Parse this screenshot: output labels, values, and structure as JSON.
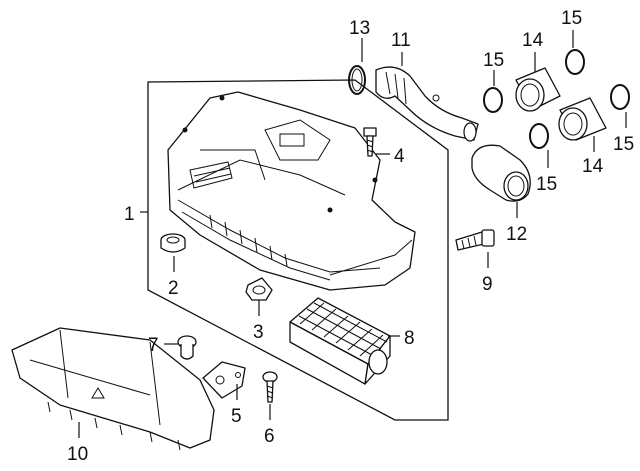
{
  "diagram": {
    "callouts": [
      {
        "id": "c1",
        "text": "1"
      },
      {
        "id": "c2",
        "text": "2"
      },
      {
        "id": "c3",
        "text": "3"
      },
      {
        "id": "c4",
        "text": "4"
      },
      {
        "id": "c5",
        "text": "5"
      },
      {
        "id": "c6",
        "text": "6"
      },
      {
        "id": "c7",
        "text": "7"
      },
      {
        "id": "c8",
        "text": "8"
      },
      {
        "id": "c9",
        "text": "9"
      },
      {
        "id": "c10",
        "text": "10"
      },
      {
        "id": "c11",
        "text": "11"
      },
      {
        "id": "c12",
        "text": "12"
      },
      {
        "id": "c13",
        "text": "13"
      },
      {
        "id": "c14a",
        "text": "14"
      },
      {
        "id": "c14b",
        "text": "14"
      },
      {
        "id": "c15a",
        "text": "15"
      },
      {
        "id": "c15b",
        "text": "15"
      },
      {
        "id": "c15c",
        "text": "15"
      },
      {
        "id": "c15d",
        "text": "15"
      }
    ]
  }
}
